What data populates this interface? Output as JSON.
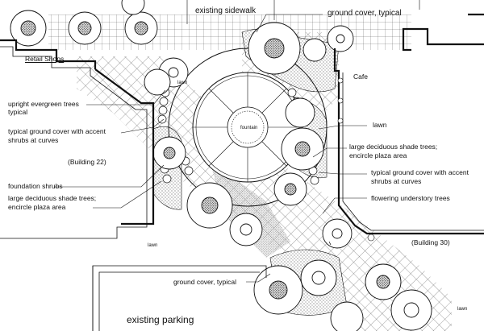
{
  "labels": {
    "existing_sidewalk": "existing sidewalk",
    "ground_cover_typical_top": "ground cover, typical",
    "retail_shops": "Retail Shops",
    "cafe": "Cafe",
    "lawn_center": "lawn",
    "fountain": "fountain",
    "upright_evergreen_1": "upright evergreen trees",
    "upright_evergreen_2": "typical",
    "typical_ground_cover_left_1": "typical ground cover with accent",
    "typical_ground_cover_left_2": "shrubs at curves",
    "building_22": "(Building 22)",
    "foundation_shrubs": "foundation shrubs",
    "large_deciduous_left_1": "large deciduous shade trees;",
    "large_deciduous_left_2": "encircle plaza area",
    "lawn_right": "lawn",
    "large_deciduous_right_1": "large deciduous shade trees;",
    "large_deciduous_right_2": "encircle plaza area",
    "typical_ground_cover_right_1": "typical ground cover with accent",
    "typical_ground_cover_right_2": "shrubs at curves",
    "flowering_understory": "flowering understory trees",
    "building_30": "(Building 30)",
    "lawn_left_bottom": "lawn",
    "ground_cover_typical_bottom": "ground cover, typical",
    "existing_parking": "existing parking",
    "lawn_bottom_right": "lawn"
  },
  "colors": {
    "ink": "#111111",
    "paper": "#ffffff",
    "hatch": "#444444"
  }
}
